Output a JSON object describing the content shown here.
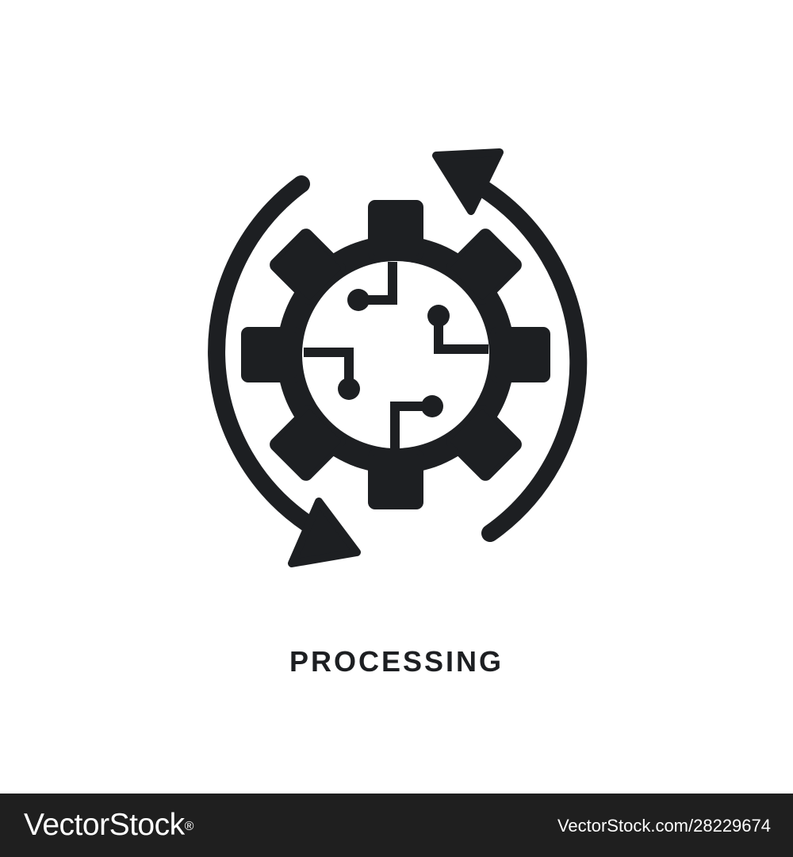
{
  "caption": {
    "text": "PROCESSING"
  },
  "footer": {
    "brand": "VectorStock",
    "brand_mark": "®",
    "image_id": "VectorStock.com/28229674"
  },
  "icon": {
    "name": "processing-gear-circuit-icon",
    "color": "#1d1f22"
  },
  "colors": {
    "background": "#ffffff",
    "icon": "#1d1f22",
    "caption": "#1d1f22",
    "footer_bg": "#1f1f1f",
    "footer_text": "#ffffff"
  }
}
